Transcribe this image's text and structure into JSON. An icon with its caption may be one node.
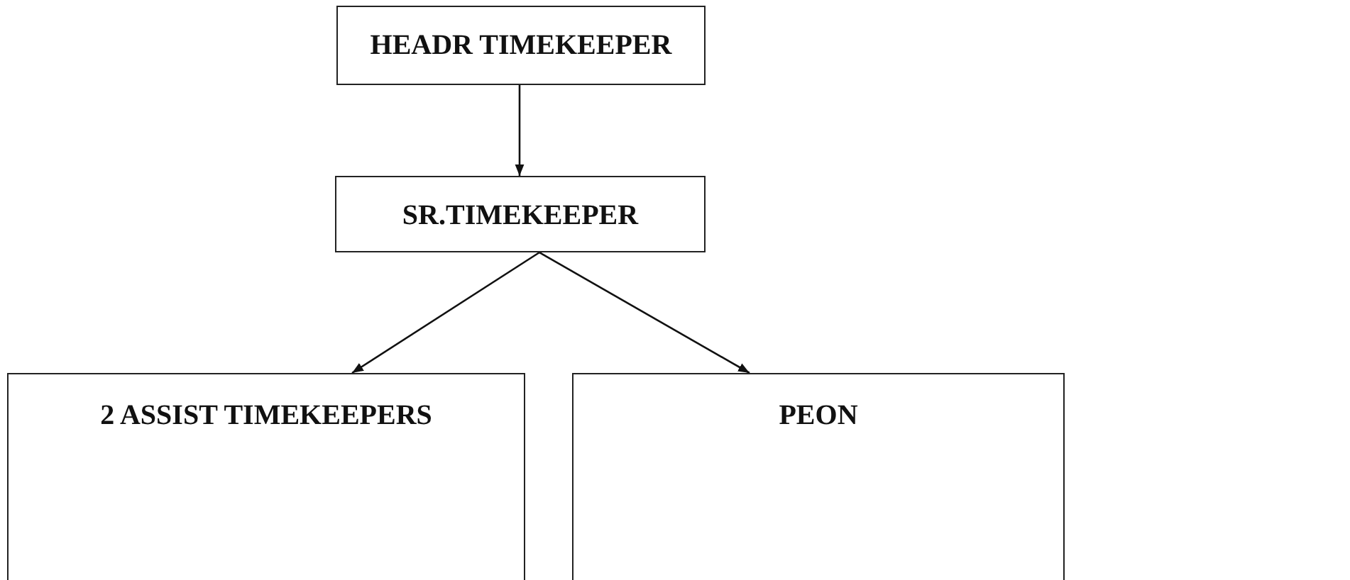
{
  "diagram": {
    "nodes": [
      {
        "text": [
          "HEADR TIMEKEEPER"
        ]
      },
      {
        "text": [
          "SR.TIMEKEEPER"
        ]
      },
      {
        "text": [
          "2 ASSIST TIMEKEEPERS"
        ]
      },
      {
        "text": [
          "PEON"
        ]
      }
    ],
    "edges": [
      {
        "from": 0,
        "to": 1,
        "arrow": "to"
      },
      {
        "from": 1,
        "to": 2,
        "arrow": "to"
      },
      {
        "from": 1,
        "to": 3,
        "arrow": "to"
      }
    ]
  }
}
